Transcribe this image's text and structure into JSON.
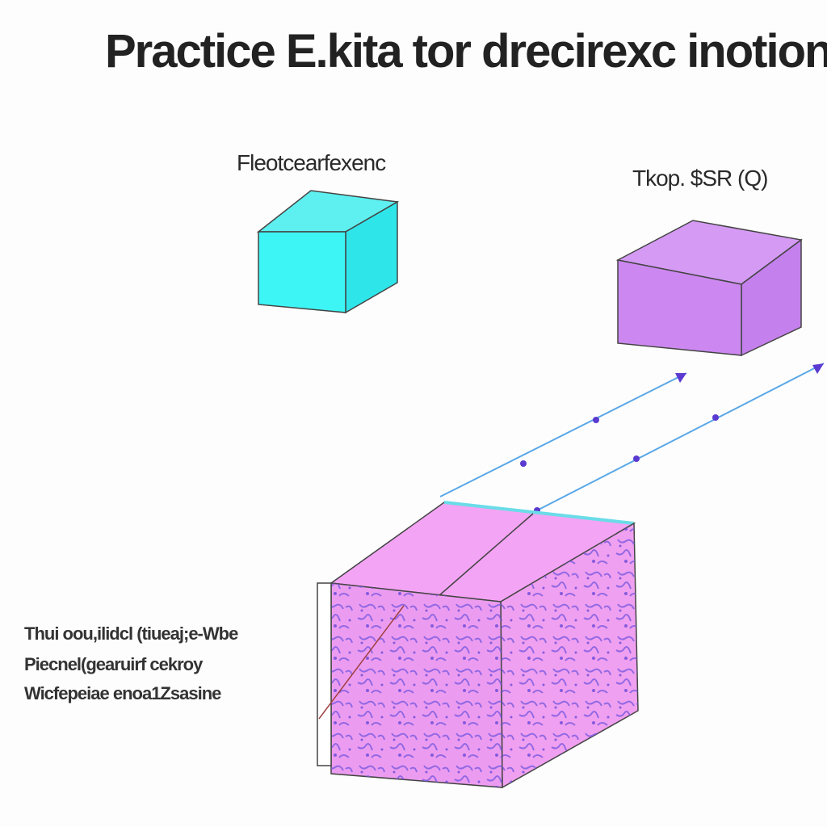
{
  "title": "Practice E.kita tor drecirexc inotiona",
  "labels": {
    "left_box": "Fleotcearfexenc",
    "right_box": "Tkop. $SR (Q)"
  },
  "description": [
    "Thui oou,ilidcl (tiueaj;e-Wbe",
    "Piecnel(gearuirf cekroy",
    "Wicfepeiae enoa1Zsasine"
  ],
  "colors": {
    "cyan_box": "#3ef5f5",
    "purple_box": "#cc88f0",
    "pink_box": "#f0a0f0",
    "pattern": "#7a5ae0",
    "arrow_line": "#5aa8e8"
  }
}
